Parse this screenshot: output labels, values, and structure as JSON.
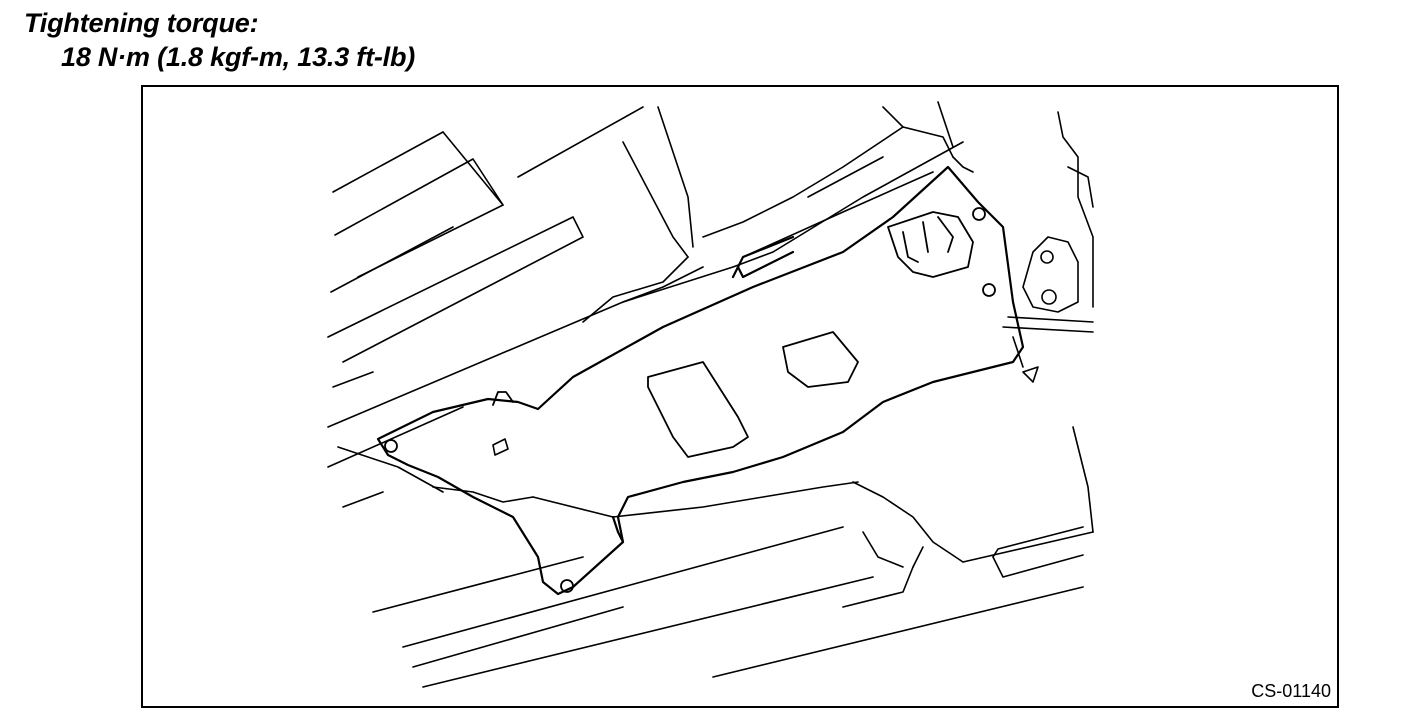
{
  "spec": {
    "label": "Tightening torque:",
    "value": "18 N·m (1.8 kgf-m, 13.3 ft-lb)"
  },
  "figure": {
    "code": "CS-01140"
  }
}
